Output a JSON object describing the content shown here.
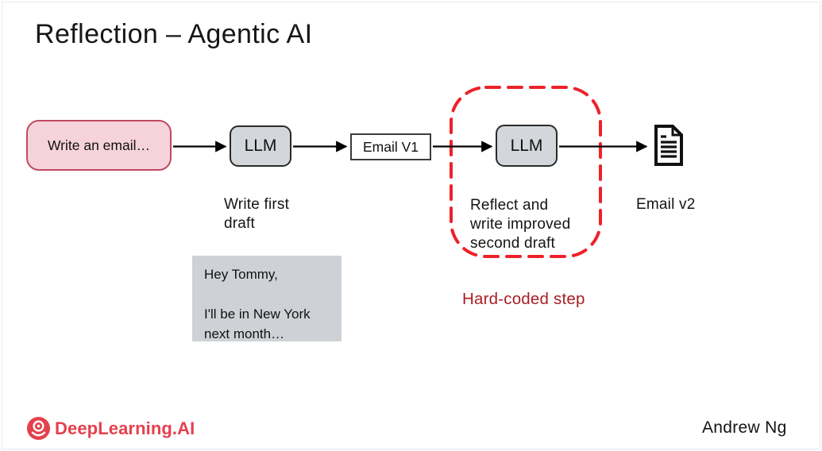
{
  "header": {
    "title": "Reflection – Agentic AI"
  },
  "flow": {
    "input_label": "Write an email…",
    "llm1_label": "LLM",
    "email_v1_label": "Email V1",
    "llm2_label": "LLM",
    "step1_caption_line1": "Write first",
    "step1_caption_line2": "draft",
    "step2_caption_line1": "Reflect and",
    "step2_caption_line2": "write improved",
    "step2_caption_line3": "second draft",
    "output_caption": "Email v2",
    "hardcoded_label": "Hard-coded step"
  },
  "email_sample": {
    "line1": "Hey Tommy,",
    "line2": "I'll be in New York",
    "line3": "next month…"
  },
  "icons": {
    "output": "document-icon",
    "brand": "deeplearning-logo-icon"
  },
  "colors": {
    "dashed_region_red": "#ee2129",
    "hardcoded_text_red": "#a81e24",
    "brand_red": "#e5404d",
    "input_fill_pink": "#f6d3da",
    "input_border_pink": "#c04960",
    "llm_fill_gray": "#d3d7db",
    "email_sample_gray": "#ced2d6"
  },
  "footer": {
    "brand": "DeepLearning.AI",
    "author": "Andrew Ng"
  }
}
